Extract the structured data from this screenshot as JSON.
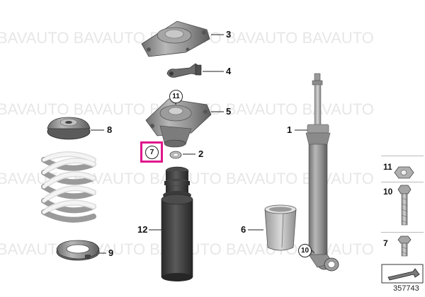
{
  "watermark": "BAVAUTO",
  "reference_number": "357743",
  "callouts": {
    "c1": "1",
    "c2": "2",
    "c3": "3",
    "c4": "4",
    "c5": "5",
    "c6": "6",
    "c8": "8",
    "c9": "9",
    "c12": "12"
  },
  "circled": {
    "c7": "7",
    "c10": "10",
    "c11": "11"
  },
  "legend": {
    "row11": "11",
    "row10": "10",
    "row7": "7"
  },
  "colors": {
    "highlight": "#e0158c",
    "part_gray": "#8c8c8c",
    "boot_dark": "#3c3c3c",
    "spring": "#ececec"
  }
}
